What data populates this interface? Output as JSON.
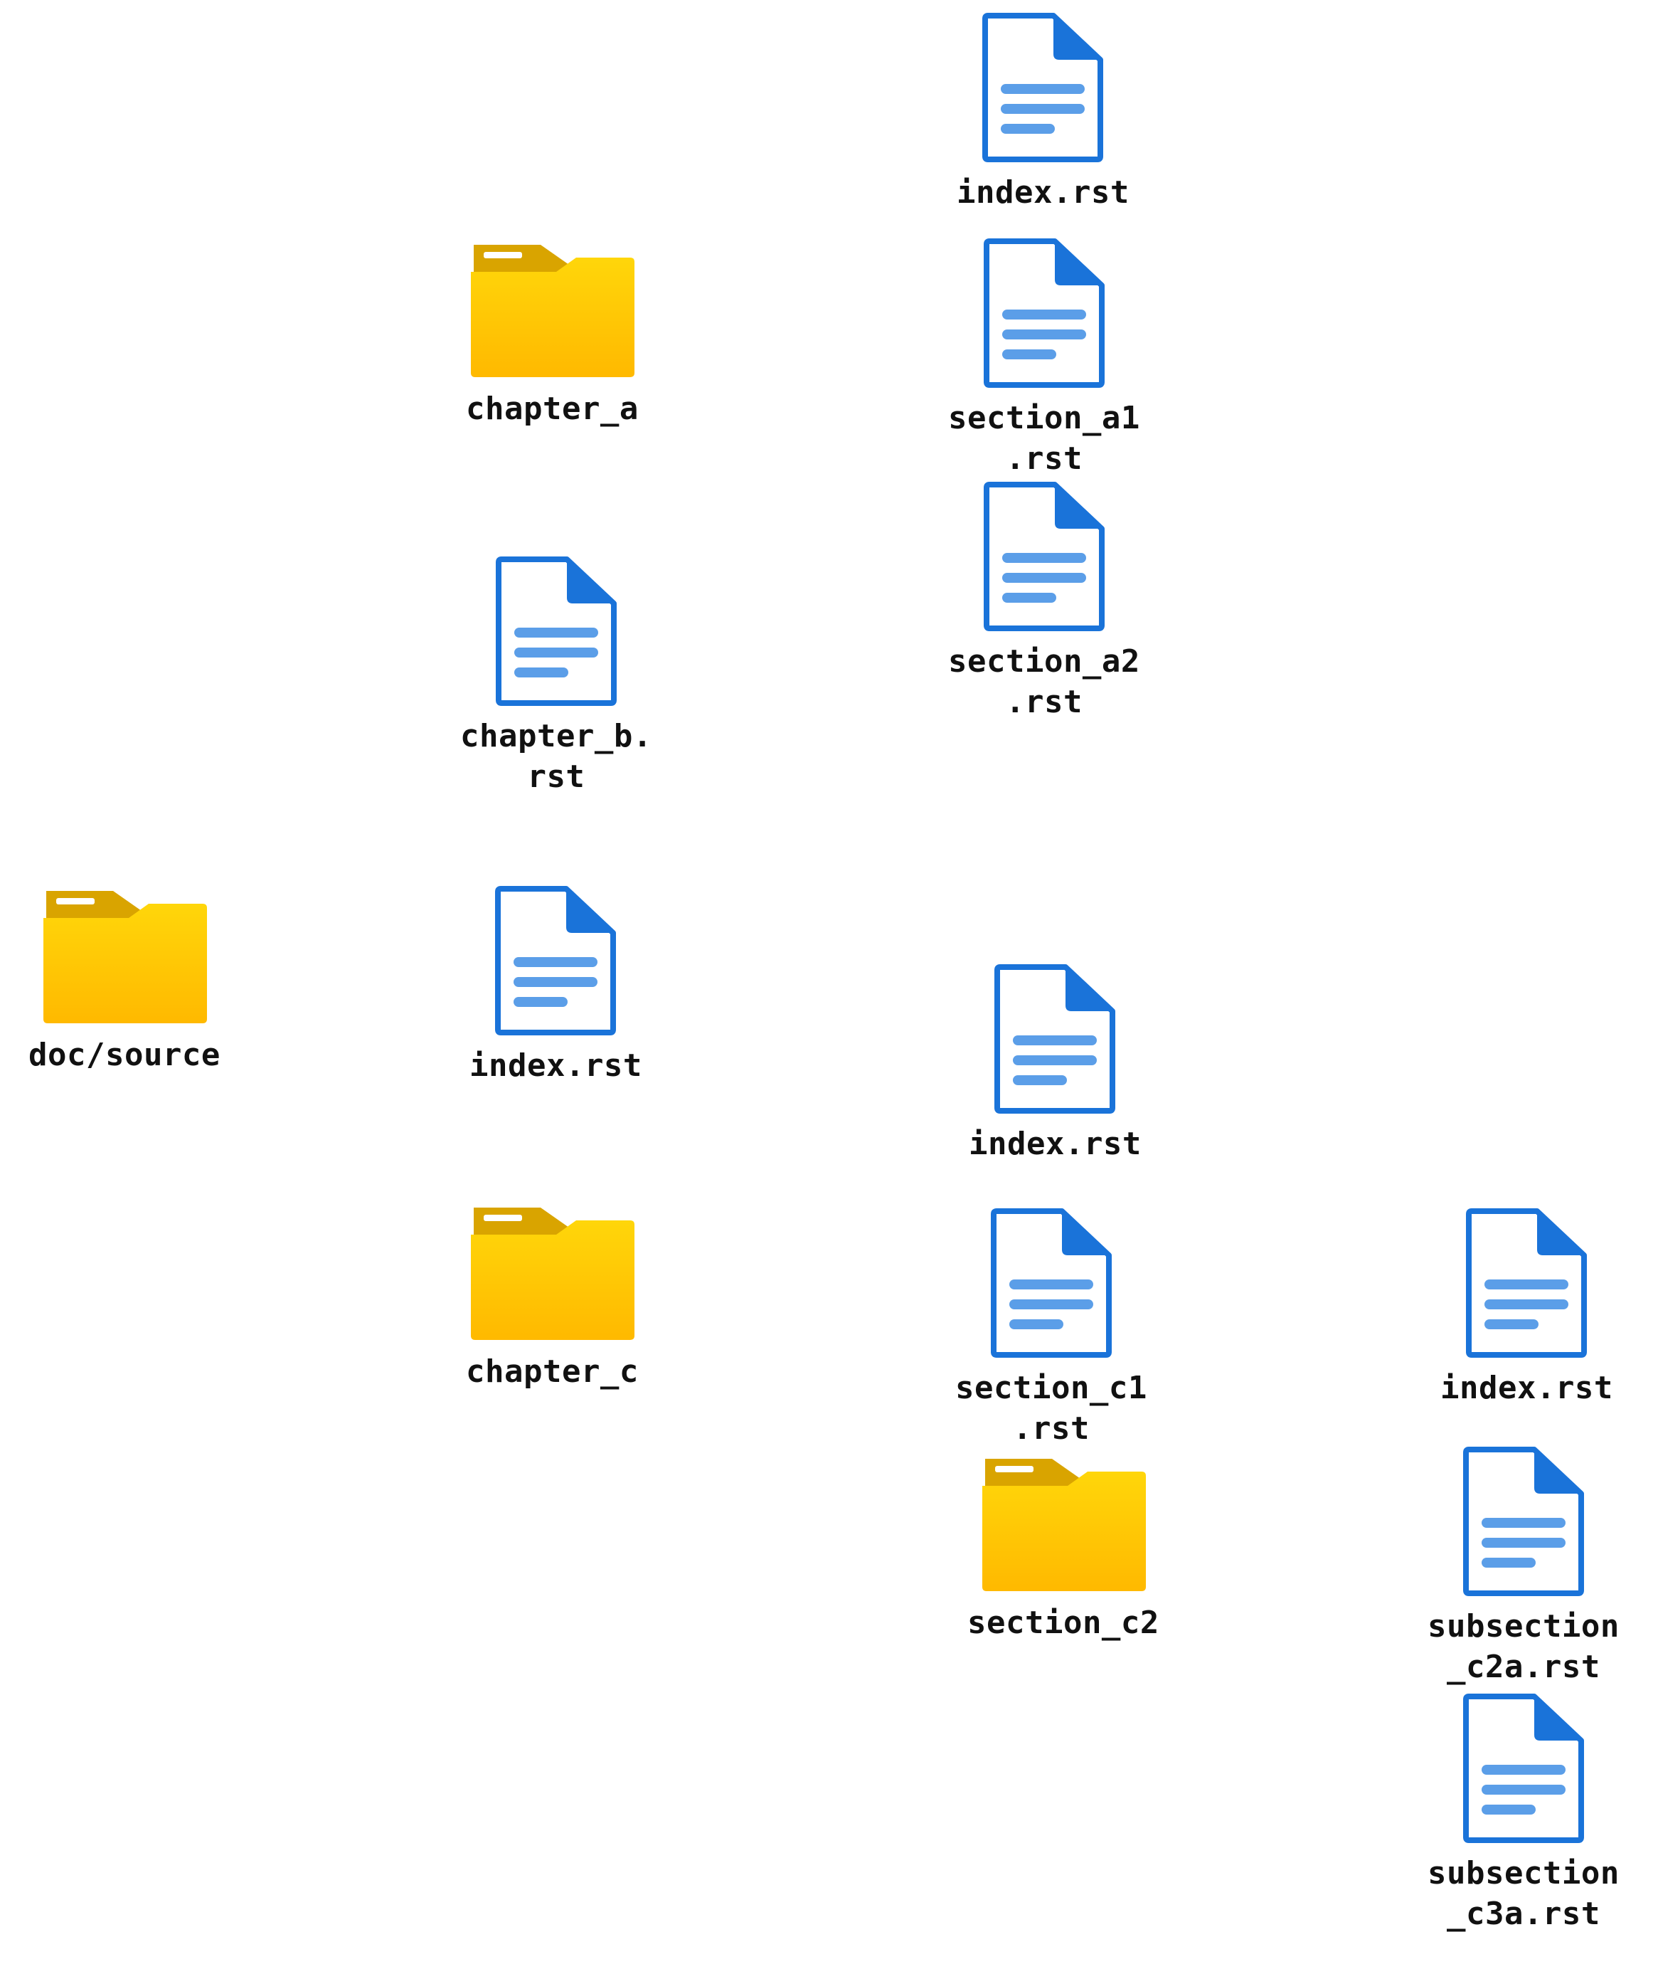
{
  "colors": {
    "folder_front": "#ffc83d",
    "folder_tab": "#d9a400",
    "file_outline": "#1a73d9",
    "file_lines": "#5b9ee8",
    "label_text": "#111111"
  },
  "tree": {
    "root": {
      "label": "doc/source",
      "kind": "folder"
    },
    "level1": [
      {
        "id": "chapter_a",
        "label": "chapter_a",
        "kind": "folder"
      },
      {
        "id": "chapter_b",
        "label": "chapter_b.\nrst",
        "kind": "file"
      },
      {
        "id": "index_root",
        "label": "index.rst",
        "kind": "file"
      },
      {
        "id": "chapter_c",
        "label": "chapter_c",
        "kind": "folder"
      }
    ],
    "chapter_a_children": [
      {
        "label": "index.rst",
        "kind": "file"
      },
      {
        "label": "section_a1\n.rst",
        "kind": "file"
      },
      {
        "label": "section_a2\n.rst",
        "kind": "file"
      }
    ],
    "chapter_c_children": [
      {
        "label": "index.rst",
        "kind": "file"
      },
      {
        "label": "section_c1\n.rst",
        "kind": "file"
      },
      {
        "label": "section_c2",
        "kind": "folder"
      }
    ],
    "section_c2_children": [
      {
        "label": "index.rst",
        "kind": "file"
      },
      {
        "label": "subsection\n_c2a.rst",
        "kind": "file"
      },
      {
        "label": "subsection\n_c3a.rst",
        "kind": "file"
      }
    ]
  }
}
